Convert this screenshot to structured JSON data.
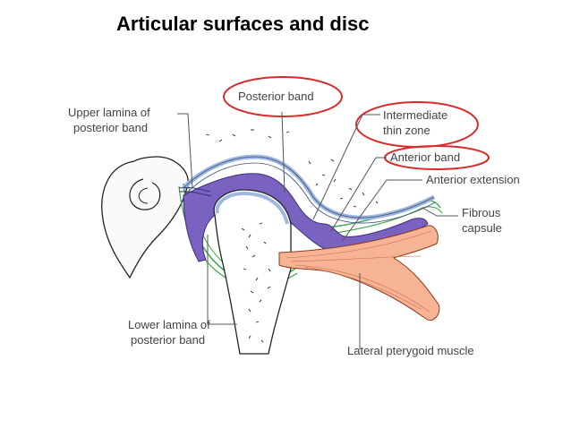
{
  "title": "Articular surfaces and disc",
  "labels": {
    "upper_lamina_line1": "Upper lamina of",
    "upper_lamina_line2": "posterior band",
    "posterior_band": "Posterior band",
    "intermediate_line1": "Intermediate",
    "intermediate_line2": "thin zone",
    "anterior_band": "Anterior band",
    "anterior_extension": "Anterior extension",
    "fibrous_line1": "Fibrous",
    "fibrous_line2": "capsule",
    "lower_lamina_line1": "Lower lamina of",
    "lower_lamina_line2": "posterior band",
    "lateral_pterygoid": "Lateral pterygoid muscle"
  },
  "colors": {
    "highlight_ring": "#d92b2b",
    "disc": "#7a62c0",
    "capsule": "#3aa84a",
    "articular_surface": "#9fb8e0",
    "muscle": "#f6b494",
    "leader_line": "#555555"
  }
}
